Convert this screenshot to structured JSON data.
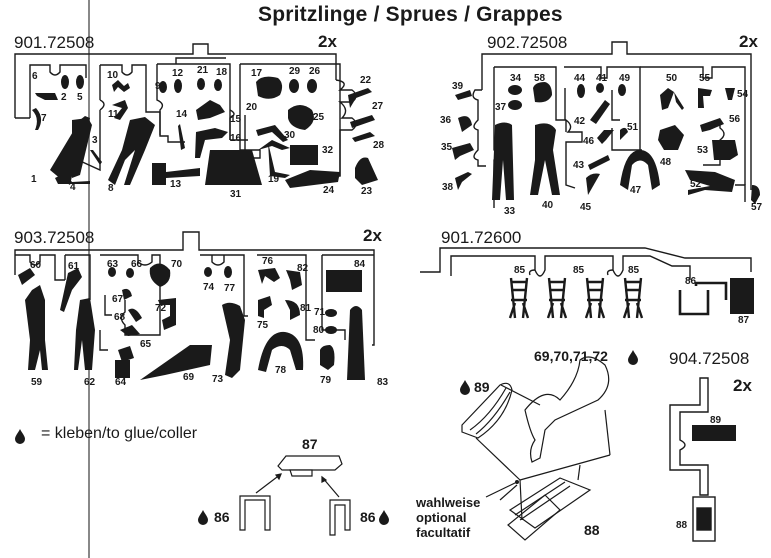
{
  "title": "Spritzlinge / Sprues / Grappes",
  "sprues": [
    {
      "code": "901.72508",
      "multiplier": "2x",
      "parts": [
        "1",
        "2",
        "3",
        "4",
        "5",
        "6",
        "7",
        "8",
        "9",
        "10",
        "11",
        "12",
        "13",
        "14",
        "15",
        "16",
        "17",
        "18",
        "19",
        "20",
        "21",
        "22",
        "23",
        "24",
        "25",
        "26",
        "27",
        "28",
        "29",
        "30",
        "31",
        "32"
      ]
    },
    {
      "code": "902.72508",
      "multiplier": "2x",
      "parts": [
        "33",
        "34",
        "35",
        "36",
        "37",
        "38",
        "39",
        "40",
        "41",
        "42",
        "43",
        "44",
        "45",
        "46",
        "47",
        "48",
        "49",
        "50",
        "51",
        "52",
        "53",
        "54",
        "55",
        "56",
        "57",
        "58"
      ]
    },
    {
      "code": "903.72508",
      "multiplier": "2x",
      "parts": [
        "59",
        "60",
        "61",
        "62",
        "63",
        "64",
        "65",
        "66",
        "67",
        "68",
        "69",
        "70",
        "71",
        "72",
        "73",
        "74",
        "75",
        "76",
        "77",
        "78",
        "79",
        "80",
        "81",
        "82",
        "83",
        "84"
      ]
    },
    {
      "code": "901.72600",
      "multiplier": "",
      "parts": [
        "85",
        "85",
        "85",
        "86",
        "87"
      ]
    },
    {
      "code": "904.72508",
      "multiplier": "2x",
      "parts": [
        "89",
        "88"
      ]
    }
  ],
  "legend": {
    "icon": "glue-drop-icon",
    "text": "= kleben/to glue/coller"
  },
  "assembly_table": {
    "top_label": "87",
    "left_label": "86",
    "right_label": "86"
  },
  "assembly_chair": {
    "figure_label": "69,70,71,72",
    "seat_label": "89",
    "frame_label": "88",
    "optional_text": [
      "wahlweise",
      "optional",
      "facultatif"
    ]
  }
}
